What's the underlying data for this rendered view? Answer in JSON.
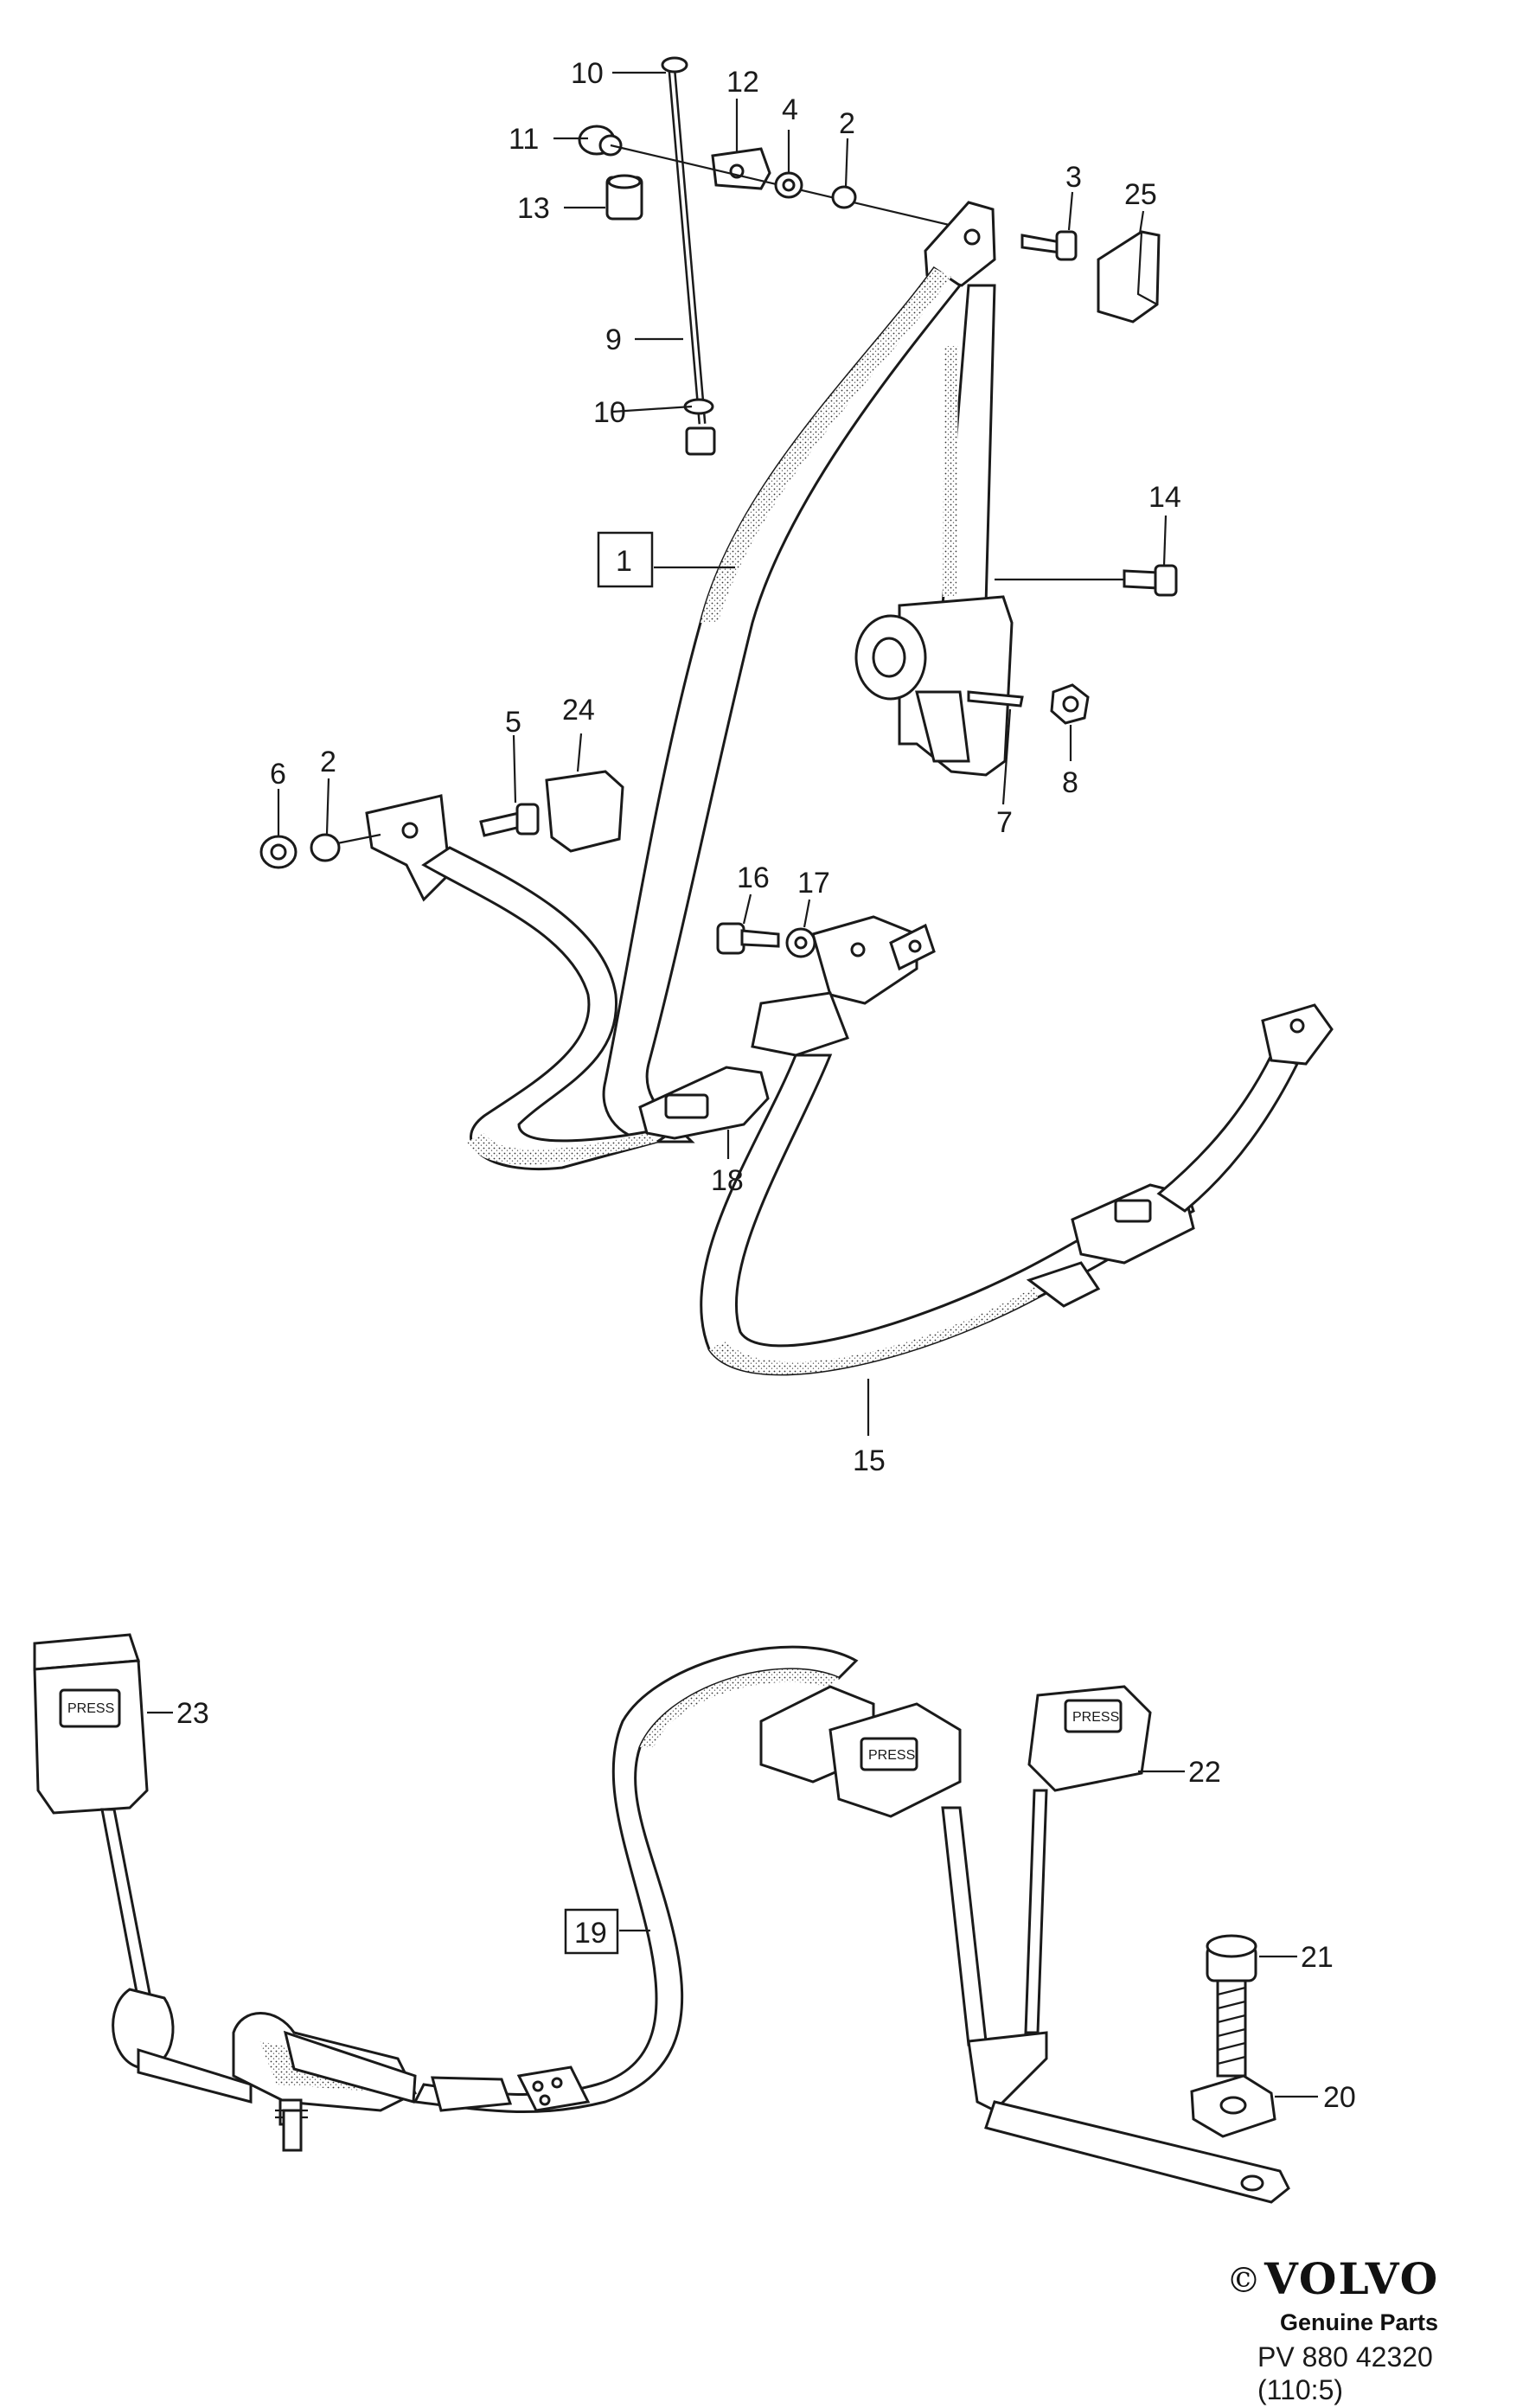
{
  "callouts": {
    "c1": "1",
    "c2a": "2",
    "c2b": "2",
    "c3": "3",
    "c4": "4",
    "c5": "5",
    "c6": "6",
    "c7": "7",
    "c8": "8",
    "c9": "9",
    "c10a": "10",
    "c10b": "10",
    "c11": "11",
    "c12": "12",
    "c13": "13",
    "c14": "14",
    "c15": "15",
    "c16": "16",
    "c17": "17",
    "c18": "18",
    "c19": "19",
    "c20": "20",
    "c21": "21",
    "c22": "22",
    "c23": "23",
    "c24": "24",
    "c25": "25"
  },
  "buckle_text": {
    "press_a": "PRESS",
    "press_b": "PRESS",
    "press_c": "PRESS"
  },
  "footer": {
    "copyright": "©",
    "brand": "VOLVO",
    "tagline": "Genuine Parts",
    "part_ref": "PV 880 42320",
    "code": "(110:5)"
  }
}
